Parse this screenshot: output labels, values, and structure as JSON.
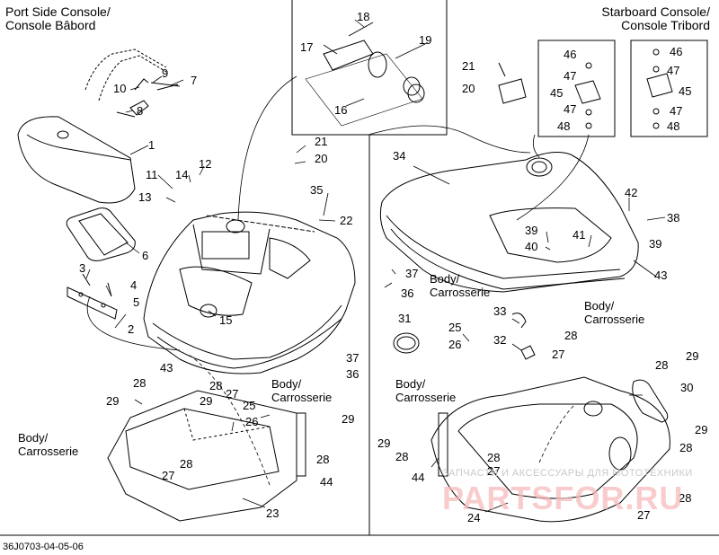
{
  "titles": {
    "port": "Port Side Console/\nConsole Bâbord",
    "starboard": "Starboard Console/\nConsole Tribord",
    "body_labels": [
      "Body/\nCarrosserie"
    ]
  },
  "callouts": [
    "1",
    "2",
    "3",
    "4",
    "5",
    "6",
    "7",
    "8",
    "9",
    "10",
    "11",
    "12",
    "13",
    "14",
    "15",
    "16",
    "17",
    "18",
    "19",
    "20",
    "21",
    "22",
    "23",
    "24",
    "25",
    "26",
    "27",
    "28",
    "29",
    "30",
    "31",
    "32",
    "33",
    "34",
    "35",
    "36",
    "37",
    "38",
    "39",
    "40",
    "41",
    "42",
    "43",
    "44",
    "45",
    "46",
    "47",
    "48"
  ],
  "footer": "36J0703-04-05-06",
  "watermark": {
    "line1": "ЗАПЧАСТИ И АКСЕССУАРЫ ДЛЯ МОТОТЕХНИКИ",
    "brand_a": "PARTS",
    "brand_b": "FOR.RU"
  }
}
